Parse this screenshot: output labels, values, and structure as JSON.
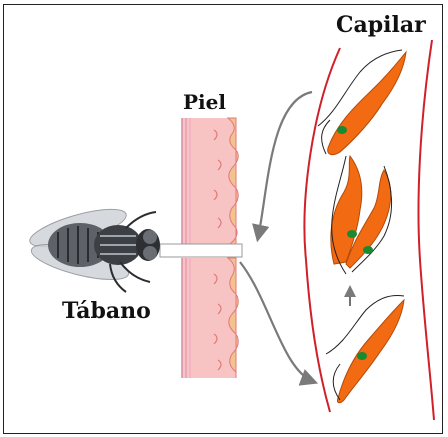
{
  "labels": {
    "capilar": "Capilar",
    "piel": "Piel",
    "tabano": "Tábano"
  },
  "icons": {
    "fly": "horsefly-icon",
    "parasite": "trypanosome-icon"
  },
  "colors": {
    "skin_fill": "#f7c3c3",
    "skin_edge": "#e07a7a",
    "skin_tissue": "#f4c28e",
    "capillary_wall": "#d0202a",
    "parasite_body": "#f26a12",
    "parasite_nucleus": "#1a8a32",
    "arrow": "#7a7a7a"
  }
}
